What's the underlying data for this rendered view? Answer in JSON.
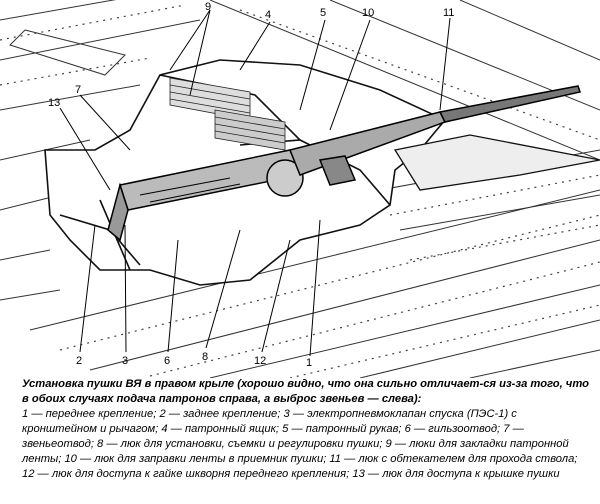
{
  "figure": {
    "callouts": [
      "1",
      "2",
      "3",
      "4",
      "5",
      "6",
      "7",
      "8",
      "9",
      "10",
      "11",
      "12",
      "13"
    ]
  },
  "caption": {
    "title": "Установка пушки ВЯ в правом крыле (хорошо видно, что она сильно отличает-ся из-за того, что в обоих случаях подача патронов справа, а выброс звеньев — слева):",
    "legend": "1 — переднее крепление; 2 — заднее крепление; 3 — электропневмоклапан спуска (ПЭС-1) с кронштейном и рычагом; 4 — патронный ящик; 5 — патронный рукав; 6 — гильзоотвод; 7 — звеньеотвод; 8 — люк для установки, съемки и регулировки пушки; 9 — люки для закладки патронной ленты; 10 — люк для заправки ленты в приемник пушки; 11 — люк с обтекателем для прохода ствола; 12 — люк для доступа к гайке шкворня переднего крепления; 13 — люк для доступа к крышке пушки"
  }
}
